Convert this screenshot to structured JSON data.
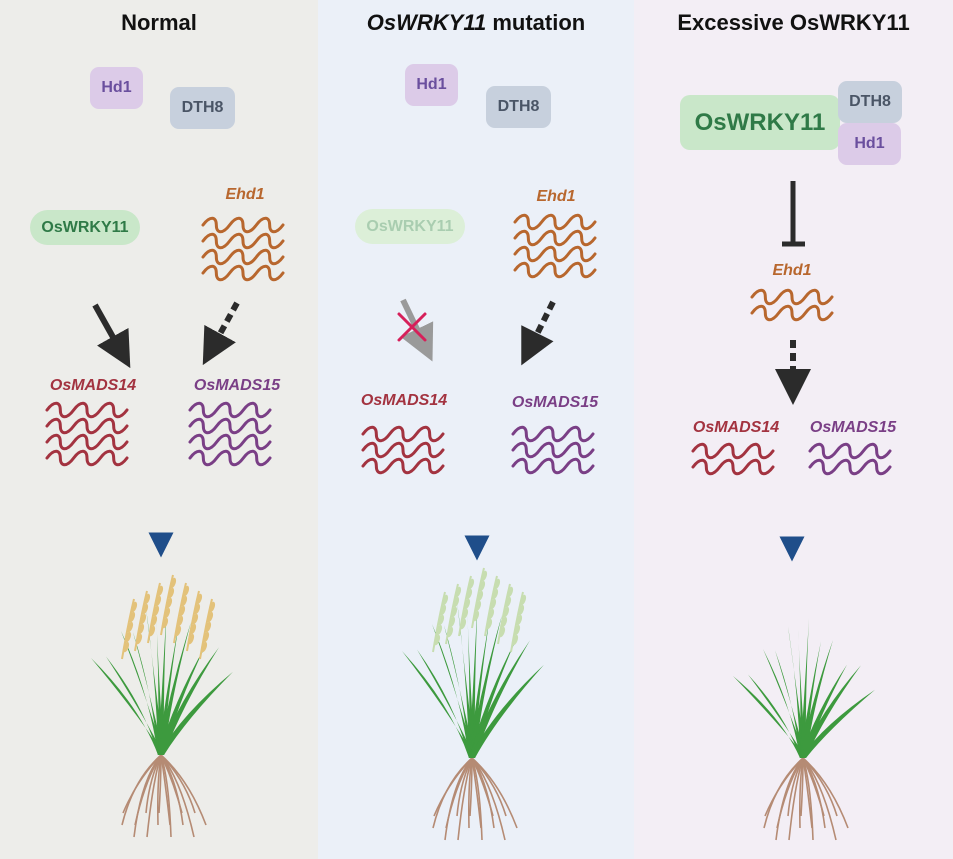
{
  "colors": {
    "panel_normal": "#ededea",
    "panel_mutation": "#ebf0f8",
    "panel_excess": "#f3eef5",
    "hd1_bg": "#dccbe8",
    "hd1_text": "#6a4f9e",
    "dth8_bg": "#c7d0dd",
    "dth8_text": "#4a5566",
    "wrky_bg": "#c9e7c9",
    "wrky_text": "#2f7a47",
    "ehd1": "#b8672e",
    "mads14": "#a33340",
    "mads15": "#7a3f86",
    "arrow_dark": "#2b2b2b",
    "arrow_faded": "#9a9a9a",
    "arrow_down": "#1f4e8a",
    "cross": "#d6205a",
    "panicle_mature": "#e3c27a",
    "panicle_green": "#c7ddb0",
    "leaf": "#3d9a3e",
    "root": "#b58b74"
  },
  "panels": [
    {
      "title": "Normal",
      "hd1": "Hd1",
      "dth8": "DTH8",
      "oswrky11": "OsWRKY11",
      "ehd1": "Ehd1",
      "osmads14": "OsMADS14",
      "osmads15": "OsMADS15"
    },
    {
      "title_gene": "OsWRKY11",
      "title_rest": " mutation",
      "hd1": "Hd1",
      "dth8": "DTH8",
      "oswrky11": "OsWRKY11",
      "ehd1": "Ehd1",
      "osmads14": "OsMADS14",
      "osmads15": "OsMADS15"
    },
    {
      "title": "Excessive OsWRKY11",
      "hd1": "Hd1",
      "dth8": "DTH8",
      "oswrky11": "OsWRKY11",
      "ehd1": "Ehd1",
      "osmads14": "OsMADS14",
      "osmads15": "OsMADS15"
    }
  ]
}
